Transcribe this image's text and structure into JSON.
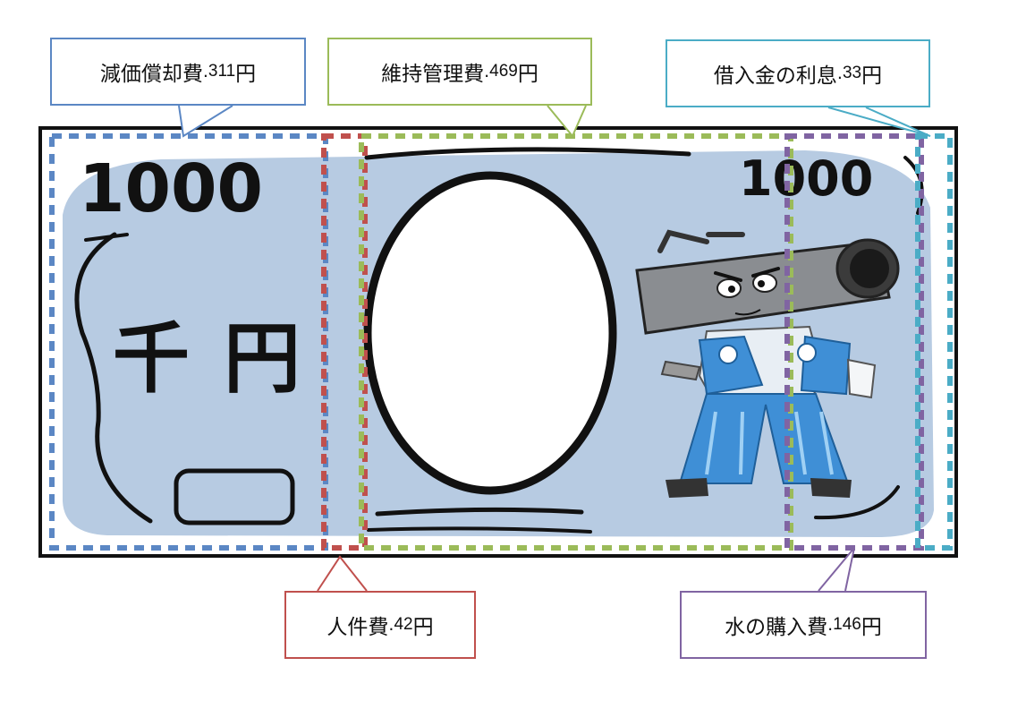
{
  "banknote": {
    "numeral_left": "1000",
    "numeral_right": "1000",
    "kanji_sen": "千",
    "kanji_en": "円",
    "paper_color": "#b7cbe2"
  },
  "segments": [
    {
      "id": "depreciation",
      "name": "減価償却費",
      "sep": ".",
      "amount": "311",
      "unit": "円",
      "color": "#5b87c4",
      "value_yen": 311
    },
    {
      "id": "labor",
      "name": "人件費",
      "sep": ".",
      "amount": "42",
      "unit": "円",
      "color": "#c0504d",
      "value_yen": 42
    },
    {
      "id": "maintenance",
      "name": "維持管理費",
      "sep": ".",
      "amount": "469",
      "unit": "円",
      "color": "#9bbb59",
      "value_yen": 469
    },
    {
      "id": "water-purchase",
      "name": "水の購入費",
      "sep": ".",
      "amount": "146",
      "unit": "円",
      "color": "#8064a2",
      "value_yen": 146
    },
    {
      "id": "loan-interest",
      "name": "借入金の利息",
      "sep": ".",
      "amount": "33",
      "unit": "円",
      "color": "#4bacc6",
      "value_yen": 33
    }
  ]
}
